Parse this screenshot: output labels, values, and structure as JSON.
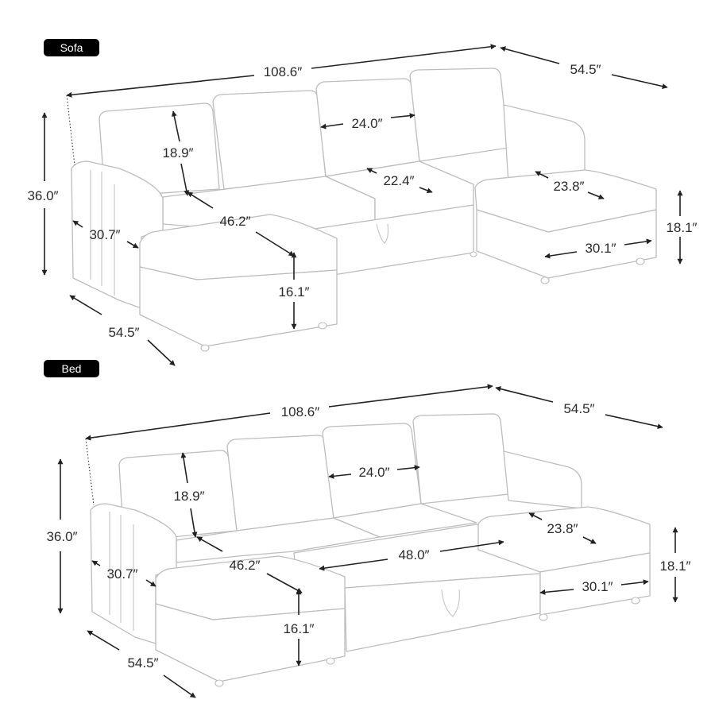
{
  "sofa": {
    "tag": "Sofa",
    "dims": {
      "total_width": "108.6″",
      "depth_right": "54.5″",
      "height": "36.0″",
      "back_height": "18.9″",
      "cushion_width": "24.0″",
      "seat_depth": "22.4″",
      "chaise_width": "23.8″",
      "chaise_length": "46.2″",
      "arm_depth": "30.7″",
      "seat_height_left": "16.1″",
      "seat_height_right": "18.1″",
      "chaise_depth": "30.1″",
      "depth_left": "54.5″"
    }
  },
  "bed": {
    "tag": "Bed",
    "dims": {
      "total_width": "108.6″",
      "depth_right": "54.5″",
      "height": "36.0″",
      "back_height": "18.9″",
      "cushion_width": "24.0″",
      "bed_width": "48.0″",
      "chaise_width": "23.8″",
      "chaise_length": "46.2″",
      "arm_depth": "30.7″",
      "seat_height_left": "16.1″",
      "seat_height_right": "18.1″",
      "chaise_depth": "30.1″",
      "depth_left": "54.5″"
    }
  }
}
